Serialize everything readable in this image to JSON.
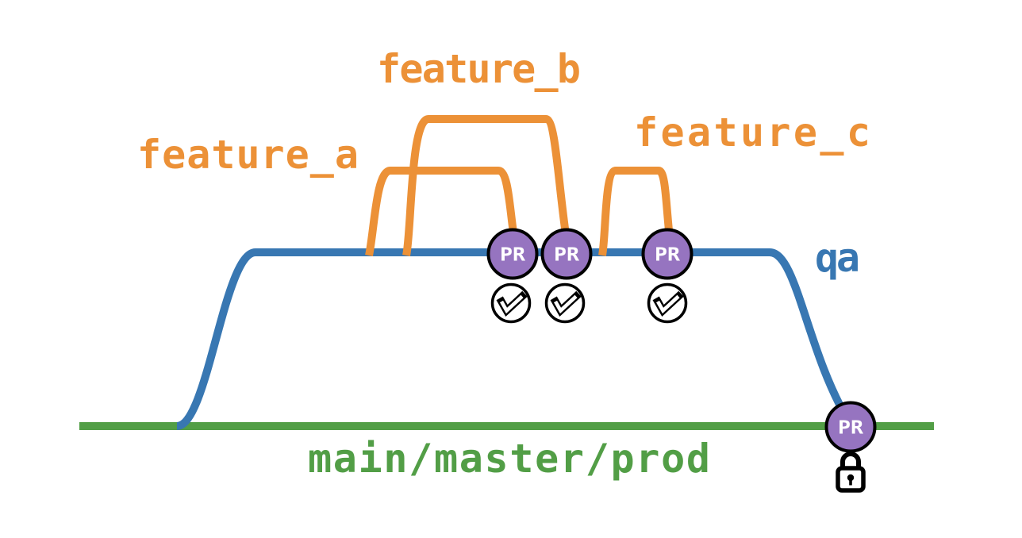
{
  "diagram": {
    "title": "git-branching-strategy",
    "branch_labels": {
      "feature_a": "feature_a",
      "feature_b": "feature_b",
      "feature_c": "feature_c",
      "qa": "qa",
      "main": "main/master/prod"
    },
    "pr_badge_label": "PR",
    "icons": {
      "approved": "approved-double-check-circle-icon",
      "locked": "padlock-icon"
    },
    "colors": {
      "feature_branch": "#EC9137",
      "qa_branch": "#3877B2",
      "main_branch": "#529E46",
      "pr_fill": "#9674C0",
      "pr_border": "#000000",
      "pr_text": "#FFFFFF",
      "icon_stroke": "#000000"
    }
  }
}
